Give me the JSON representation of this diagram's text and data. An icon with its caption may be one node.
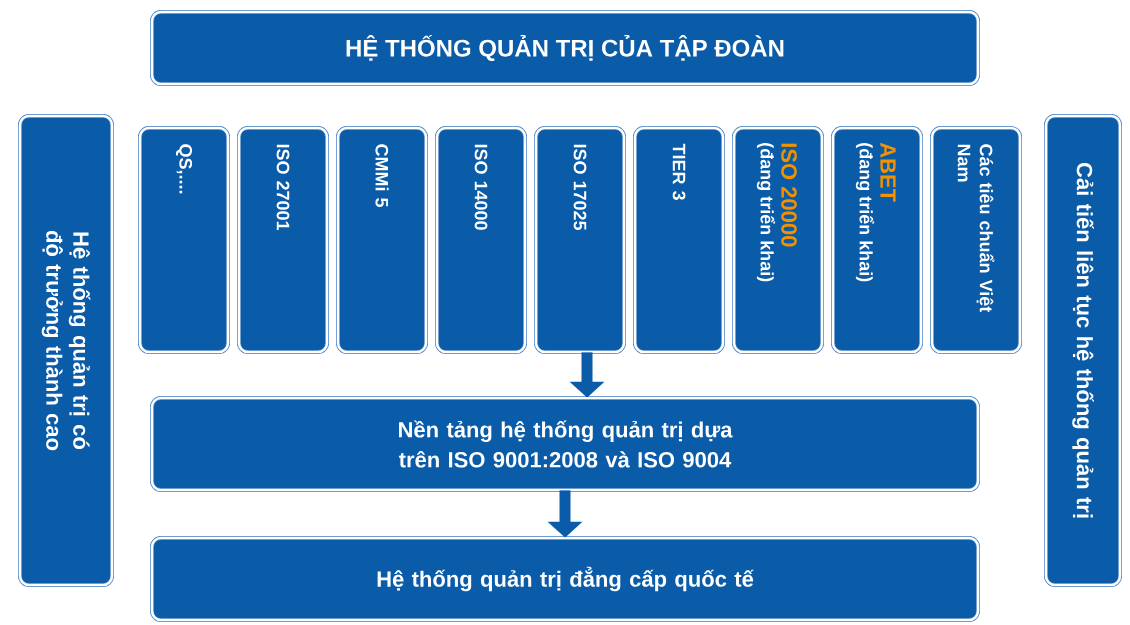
{
  "diagram": {
    "nodes": [
      {
        "text": [
          "HỆ THỐNG QUẢN TRỊ CỦA TẬP ĐOÀN"
        ]
      },
      {
        "text": [
          "Hệ thống quản trị có độ trưởng thành cao"
        ]
      },
      {
        "text": [
          "QS,...."
        ]
      },
      {
        "text": [
          "ISO 27001"
        ]
      },
      {
        "text": [
          "CMMi 5"
        ]
      },
      {
        "text": [
          "ISO 14000"
        ]
      },
      {
        "text": [
          "ISO 17025"
        ]
      },
      {
        "text": [
          "TIER 3"
        ]
      },
      {
        "text": [
          "ISO 20000",
          "(đang triển khai)"
        ]
      },
      {
        "text": [
          "ABET",
          "(đang triển khai)"
        ]
      },
      {
        "text": [
          "Các tiêu chuẩn Việt Nam"
        ]
      },
      {
        "text": [
          "Nền tảng hệ thống quản trị dựa trên ISO 9001:2008 và ISO 9004"
        ]
      },
      {
        "text": [
          "Hệ thống quản trị đẳng cấp quốc tế"
        ]
      },
      {
        "text": [
          "Cải tiến liên tục hệ thống quản trị"
        ]
      }
    ],
    "edges": [
      {
        "from": 6,
        "to": 11,
        "arrow": "to"
      },
      {
        "from": 11,
        "to": 12,
        "arrow": "to"
      }
    ]
  }
}
